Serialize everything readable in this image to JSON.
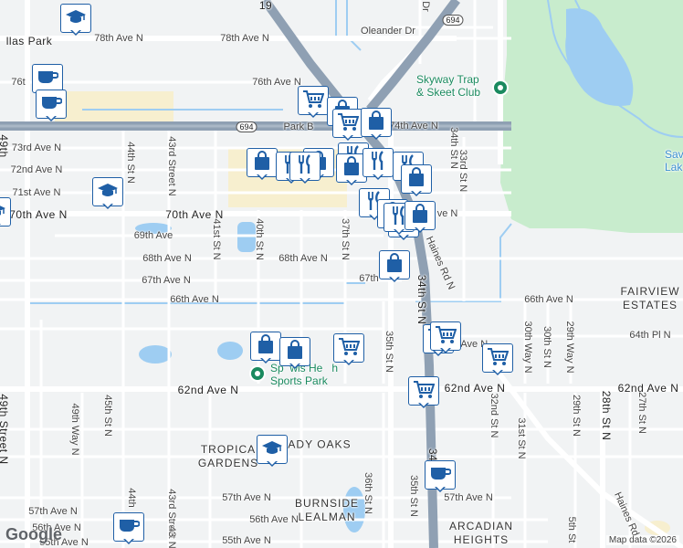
{
  "map": {
    "attribution": "Map data ©2026",
    "logo": "Google",
    "colors": {
      "background": "#f1f3f4",
      "road": "#ffffff",
      "highway": "#8fa0b3",
      "water": "#9ecdf2",
      "park": "#c8eccd",
      "commercial": "#f7efcf",
      "pin_border": "#1f5fa6",
      "poi_green": "#1a8a5f"
    }
  },
  "labels": {
    "hlas_park": "llas Park",
    "s78_1": "78th Ave N",
    "s78_2": "78th Ave N",
    "oleander": "Oleander Dr",
    "s76": "76th Ave N",
    "s76b": "76t",
    "park_blvd": "Park B",
    "s74": "74th Ave N",
    "s73": "73rd Ave N",
    "s72": "72nd Ave N",
    "s71": "71st Ave N",
    "s70a": "70th Ave N",
    "s70b": "70th Ave N",
    "s70c": "ve N",
    "s69": "69th Ave",
    "s68a": "68th Ave N",
    "s68b": "68th Ave N",
    "s67a": "67th Ave N",
    "s67b": "67th",
    "s66a": "66th Ave N",
    "s66b": "66th Ave N",
    "s64pl": "64th Pl N",
    "s62a": "62nd Ave N",
    "s62b": "62nd Ave N",
    "s62c": "62nd Ave N",
    "s57a": "57th Ave N",
    "s57b": "57th Ave N",
    "s57c": "57th Ave N",
    "s56a": "56th Ave N",
    "s56b": "56th Ave N",
    "s55a": "55th Ave N",
    "s55b": "55th Ave N",
    "s_ave_n": "h Ave N",
    "st44": "44th St N",
    "st43": "43rd Street N",
    "st41": "41st St N",
    "st40": "40th St N",
    "st37": "37th St N",
    "st35": "35th St N",
    "st34": "34th St N",
    "st33": "33rd St N",
    "st32": "32nd St N",
    "st31": "31st St N",
    "st30way": "30th Way N",
    "st30": "30th St N",
    "st29way": "29th Way N",
    "st29": "29th St N",
    "st28": "28th St N",
    "st27": "27th St N",
    "st45": "45th St N",
    "st49way": "49th Way N",
    "st49": "49th Street N",
    "st36": "36th St N",
    "st35b": "35th St N",
    "st44b": "44th",
    "st43b": "43rd Street N",
    "st5th": "5th St",
    "st_dr": "Dr",
    "st_haines": "Haines Rd N",
    "st_haines2": "Haines Rd",
    "st_49top": "49th",
    "st_34b": "34",
    "st_43c": "43",
    "r694a": "694",
    "r694b": "694",
    "r19": "19",
    "skyway": "Skyway Trap\n& Skeet Club",
    "sawgrass": "Sav\nLak",
    "fairview": "FAIRVIEW\nESTATES",
    "sports": "Sp  wls He   h\nSports Park",
    "tropical": "TROPICA\nGARDENS",
    "shady": "ADY OAKS",
    "burnside": "BURNSIDE\nLEALMAN",
    "arcadian": "ARCADIAN\nHEIGHTS"
  },
  "pins": [
    {
      "icon": "school-icon",
      "name": "school-pin"
    },
    {
      "icon": "coffee-icon",
      "name": "cafe-pin"
    },
    {
      "icon": "coffee-icon",
      "name": "cafe-pin"
    },
    {
      "icon": "cart-icon",
      "name": "grocery-pin"
    },
    {
      "icon": "bag-icon",
      "name": "shopping-pin"
    },
    {
      "icon": "cart-icon",
      "name": "grocery-pin"
    },
    {
      "icon": "bag-icon",
      "name": "shopping-pin"
    },
    {
      "icon": "bag-icon",
      "name": "shopping-pin"
    },
    {
      "icon": "fork-knife-icon",
      "name": "restaurant-pin"
    },
    {
      "icon": "bag-icon",
      "name": "shopping-pin"
    },
    {
      "icon": "fork-knife-icon",
      "name": "restaurant-pin"
    },
    {
      "icon": "fork-knife-icon",
      "name": "restaurant-pin"
    },
    {
      "icon": "bag-icon",
      "name": "shopping-pin"
    },
    {
      "icon": "fork-knife-icon",
      "name": "restaurant-pin"
    },
    {
      "icon": "fork-knife-icon",
      "name": "restaurant-pin"
    },
    {
      "icon": "bag-icon",
      "name": "shopping-pin"
    },
    {
      "icon": "fork-knife-icon",
      "name": "restaurant-pin"
    },
    {
      "icon": "bag-icon",
      "name": "shopping-pin"
    },
    {
      "icon": "fork-knife-icon",
      "name": "restaurant-pin"
    },
    {
      "icon": "fork-knife-icon",
      "name": "restaurant-pin"
    },
    {
      "icon": "bag-icon",
      "name": "shopping-pin"
    },
    {
      "icon": "bag-icon",
      "name": "shopping-pin"
    },
    {
      "icon": "school-icon",
      "name": "school-pin"
    },
    {
      "icon": "bag-icon",
      "name": "shopping-pin"
    },
    {
      "icon": "bag-icon",
      "name": "shopping-pin"
    },
    {
      "icon": "cart-icon",
      "name": "grocery-pin"
    },
    {
      "icon": "cart-icon",
      "name": "grocery-pin"
    },
    {
      "icon": "cart-icon",
      "name": "grocery-pin"
    },
    {
      "icon": "cart-icon",
      "name": "grocery-pin"
    },
    {
      "icon": "cart-icon",
      "name": "grocery-pin"
    },
    {
      "icon": "school-icon",
      "name": "school-pin"
    },
    {
      "icon": "coffee-icon",
      "name": "cafe-pin"
    },
    {
      "icon": "coffee-icon",
      "name": "cafe-pin"
    },
    {
      "icon": "school-icon",
      "name": "school-pin"
    }
  ]
}
